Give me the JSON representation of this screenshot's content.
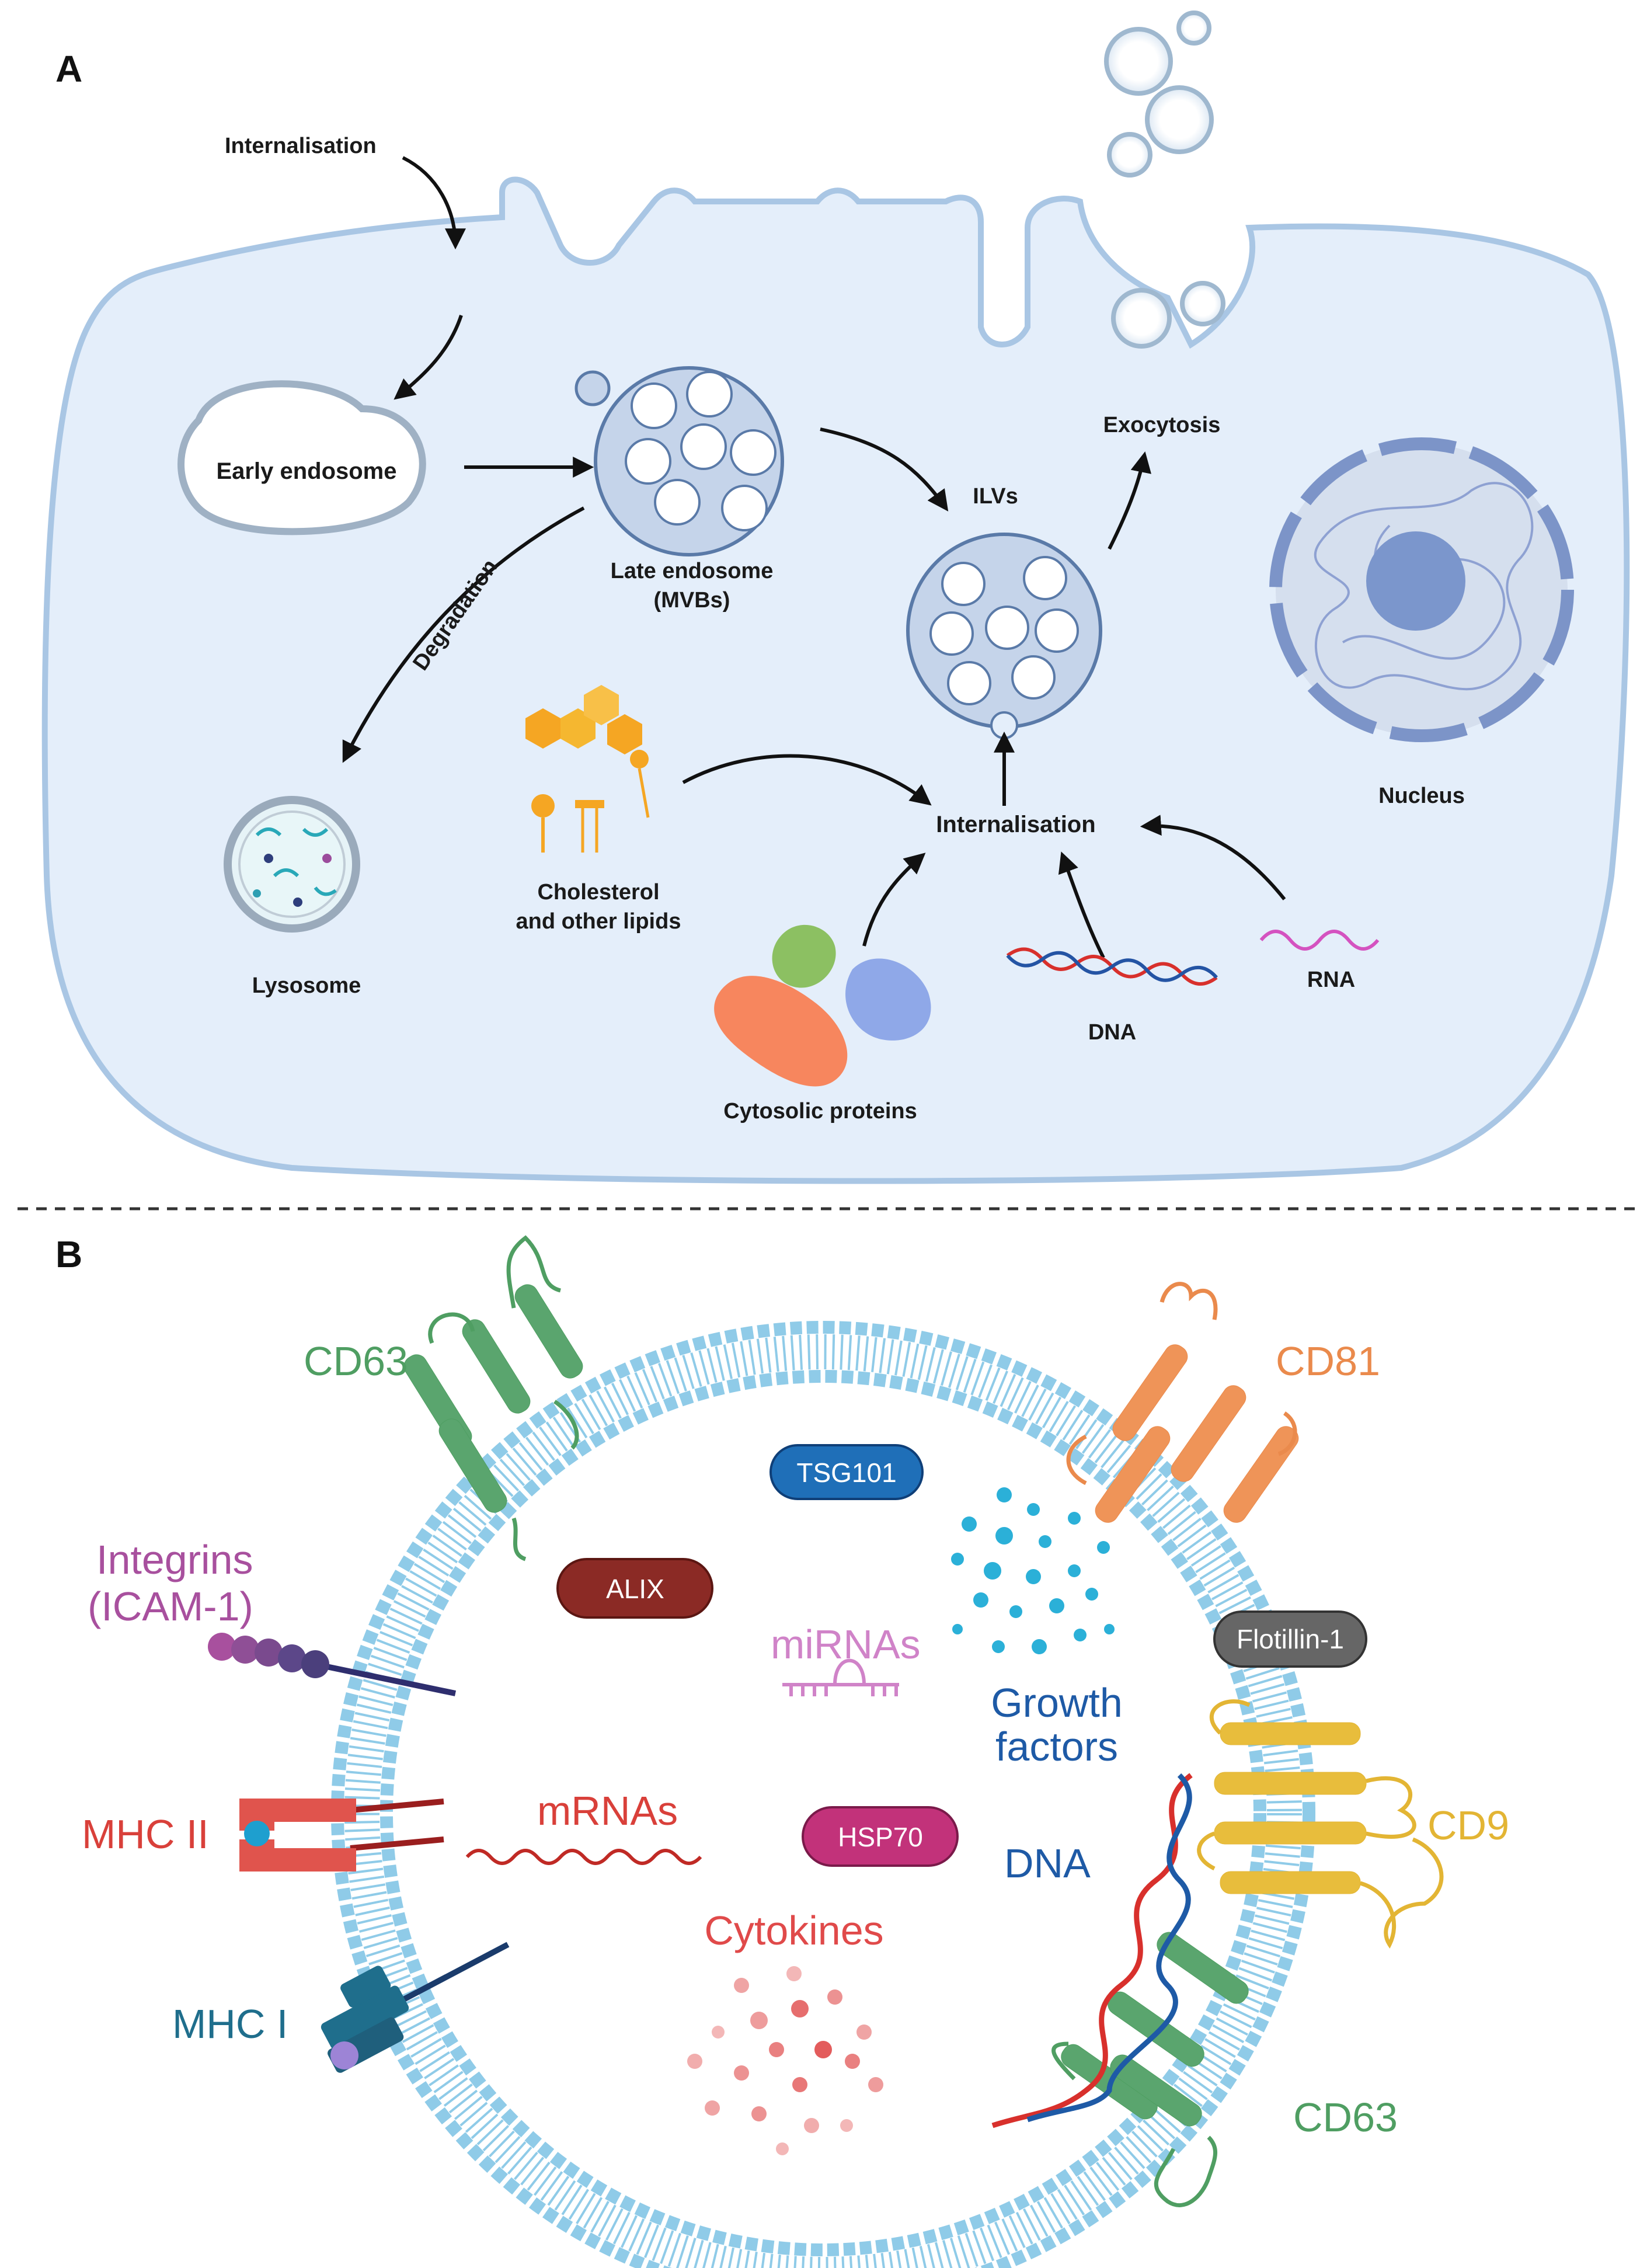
{
  "panel_a": {
    "letter": "A",
    "labels": {
      "internalisation_top": "Internalisation",
      "early_endosome": "Early endosome",
      "late_endosome_line1": "Late endosome",
      "late_endosome_line2": "(MVBs)",
      "ilvs": "ILVs",
      "exocytosis": "Exocytosis",
      "nucleus": "Nucleus",
      "degradation": "Degradation",
      "lysosome": "Lysosome",
      "cholesterol_line1": "Cholesterol",
      "cholesterol_line2": "and other lipids",
      "internalisation_center": "Internalisation",
      "rna": "RNA",
      "dna": "DNA",
      "cytosolic_proteins": "Cytosolic proteins"
    }
  },
  "panel_b": {
    "letter": "B",
    "labels": {
      "cd63_top": "CD63",
      "cd81": "CD81",
      "integrins_line1": "Integrins",
      "integrins_line2": "(ICAM-1)",
      "mhc2": "MHC II",
      "mhc1": "MHC I",
      "cd9": "CD9",
      "cd63_bottom": "CD63",
      "tsg101": "TSG101",
      "alix": "ALIX",
      "mirnas": "miRNAs",
      "growth_line1": "Growth",
      "growth_line2": "factors",
      "flotillin": "Flotillin-1",
      "mrnas": "mRNAs",
      "hsp70": "HSP70",
      "dna": "DNA",
      "cytokines": "Cytokines"
    }
  },
  "colors": {
    "cell_fill": "#e4eefa",
    "cell_stroke": "#a9c6e4",
    "membrane_blue": "#8fcbe8",
    "cd63_green": "#4f9e62",
    "cd81_orange": "#ea8a4c",
    "cd9_yellow": "#e3b534",
    "integrin_purple": "#a8509e",
    "mhc2_red": "#d9403a",
    "mhc1_teal": "#1f6e8c",
    "tsg101_blue": "#1f6fb8",
    "alix_red": "#8b2a25",
    "hsp70_pink": "#c2327a",
    "flotillin_gray": "#666666",
    "mirna_pink": "#d083c8",
    "growth_blue": "#1e5aa6",
    "cytokine_red": "#e04a4a"
  }
}
